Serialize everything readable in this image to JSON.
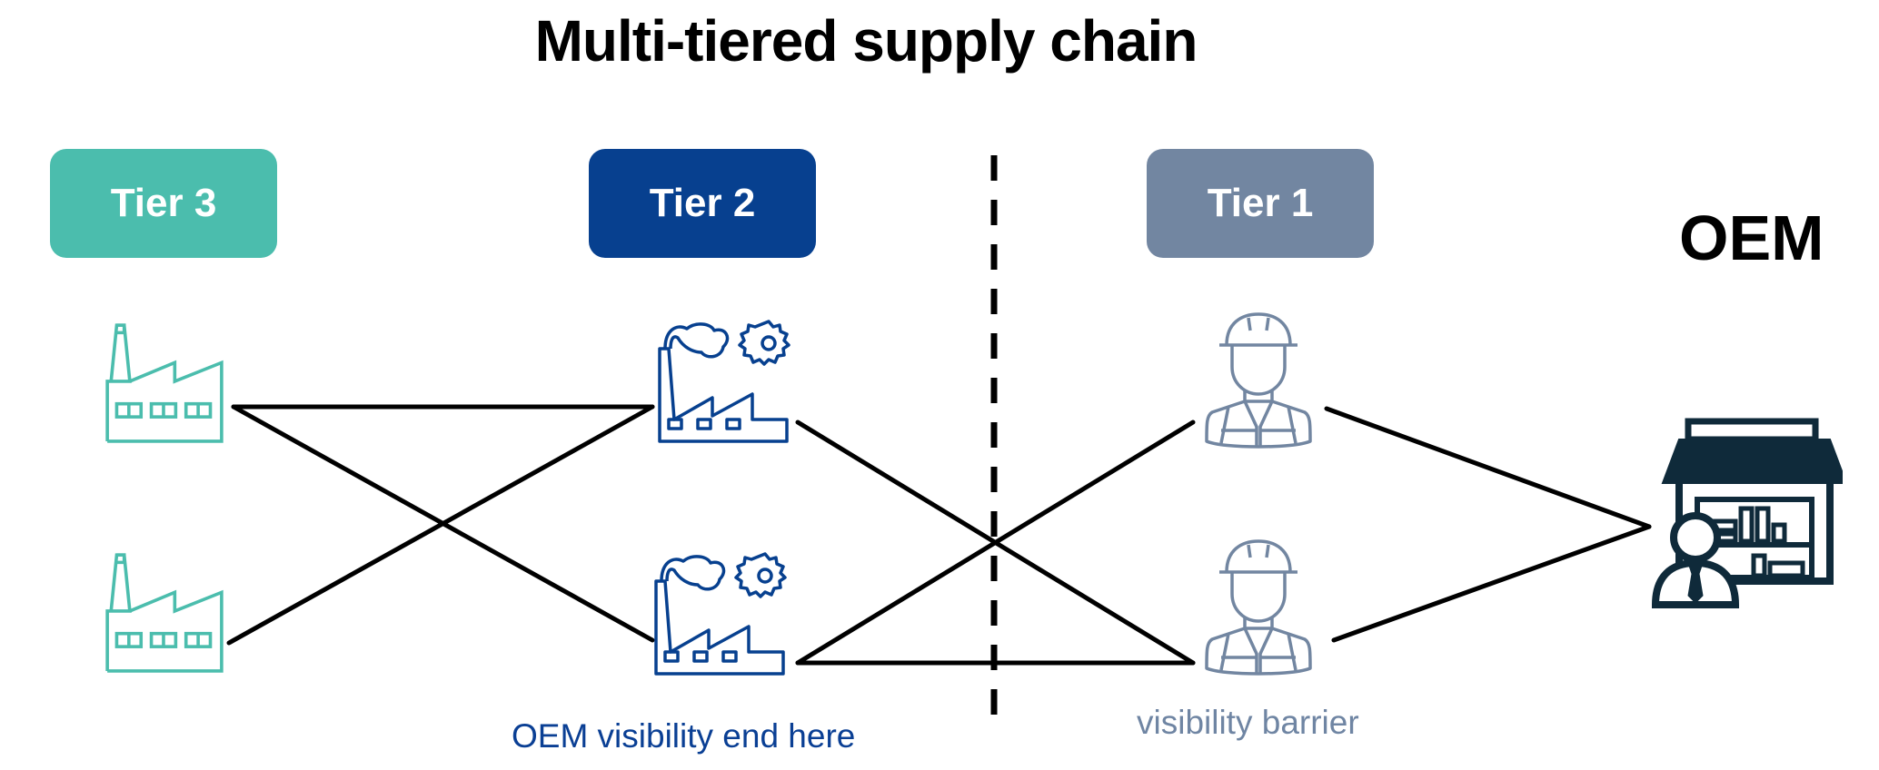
{
  "title": "Multi-tiered supply chain",
  "tiers": [
    {
      "label": "Tier 3",
      "color": "#4bbdad",
      "icon": "factory-icon",
      "node_count": 2
    },
    {
      "label": "Tier 2",
      "color": "#07408f",
      "icon": "factory-gear-icon",
      "node_count": 2
    },
    {
      "label": "Tier 1",
      "color": "#7286a1",
      "icon": "worker-icon",
      "node_count": 2
    }
  ],
  "oem": {
    "label": "OEM",
    "icon": "store-manager-icon",
    "color": "#0f2a3a"
  },
  "captions": {
    "oem_visibility": "OEM visibility end here",
    "visibility_barrier": "visibility barrier"
  },
  "connections": [
    {
      "from": "tier3-factory-1",
      "to": "tier2-factory-1"
    },
    {
      "from": "tier3-factory-1",
      "to": "tier2-factory-2"
    },
    {
      "from": "tier3-factory-2",
      "to": "tier2-factory-1"
    },
    {
      "from": "tier2-factory-1",
      "to": "tier1-worker-2"
    },
    {
      "from": "tier2-factory-2",
      "to": "tier1-worker-1"
    },
    {
      "from": "tier2-factory-2",
      "to": "tier1-worker-2"
    },
    {
      "from": "tier1-worker-1",
      "to": "oem"
    },
    {
      "from": "tier1-worker-2",
      "to": "oem"
    }
  ],
  "colors": {
    "line": "#000000",
    "barrier": "#000000"
  }
}
